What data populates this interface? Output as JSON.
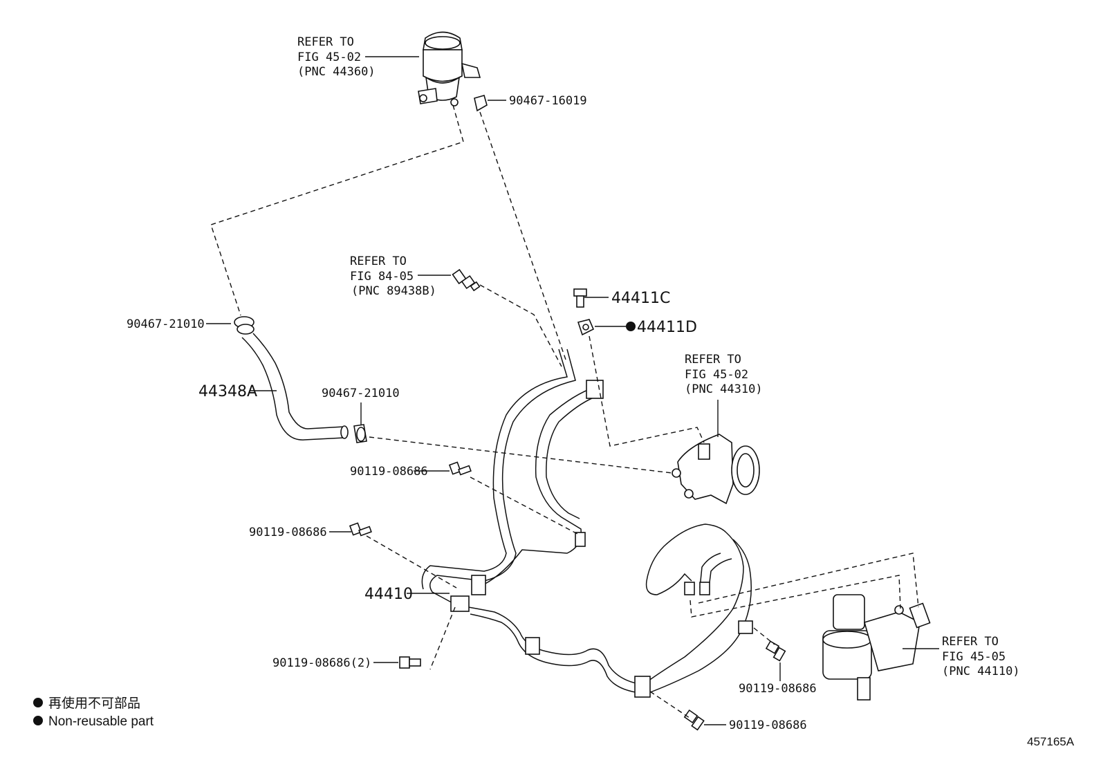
{
  "refs": {
    "reservoir": {
      "line1": "REFER TO",
      "line2": "FIG 45-02",
      "line3": "(PNC 44360)"
    },
    "sensor": {
      "line1": "REFER TO",
      "line2": "FIG 84-05",
      "line3": "(PNC 89438B)"
    },
    "pump": {
      "line1": "REFER TO",
      "line2": "FIG 45-02",
      "line3": "(PNC 44310)"
    },
    "gear": {
      "line1": "REFER TO",
      "line2": "FIG 45-05",
      "line3": "(PNC 44110)"
    }
  },
  "parts": {
    "clip_16019": "90467-16019",
    "union_bolt": "44411C",
    "gasket": "44411D",
    "clamp_upper": "90467-21010",
    "hose": "44348A",
    "clamp_lower": "90467-21010",
    "bolt_a": "90119-08686",
    "bolt_b": "90119-08686",
    "tube_assy": "44410",
    "bolt_c": "90119-08686(2)",
    "bolt_d": "90119-08686",
    "bolt_e": "90119-08686"
  },
  "legend": {
    "jp": "再使用不可部品",
    "en": "Non-reusable part"
  },
  "figure_id": "457165A"
}
